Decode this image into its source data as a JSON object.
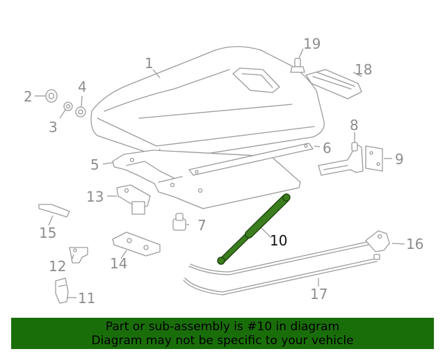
{
  "callouts": {
    "c1": "1",
    "c2": "2",
    "c3": "3",
    "c4": "4",
    "c5": "5",
    "c6": "6",
    "c7": "7",
    "c8": "8",
    "c9": "9",
    "c10": "10",
    "c11": "11",
    "c12": "12",
    "c13": "13",
    "c14": "14",
    "c15": "15",
    "c16": "16",
    "c17": "17",
    "c18": "18",
    "c19": "19"
  },
  "highlight": {
    "part": "10",
    "color": "#3c7d1e"
  },
  "banner": {
    "line1": "Part or sub-assembly is #10 in diagram",
    "line2": "Diagram may not be specific to your vehicle",
    "background": "#1a6e0a"
  }
}
